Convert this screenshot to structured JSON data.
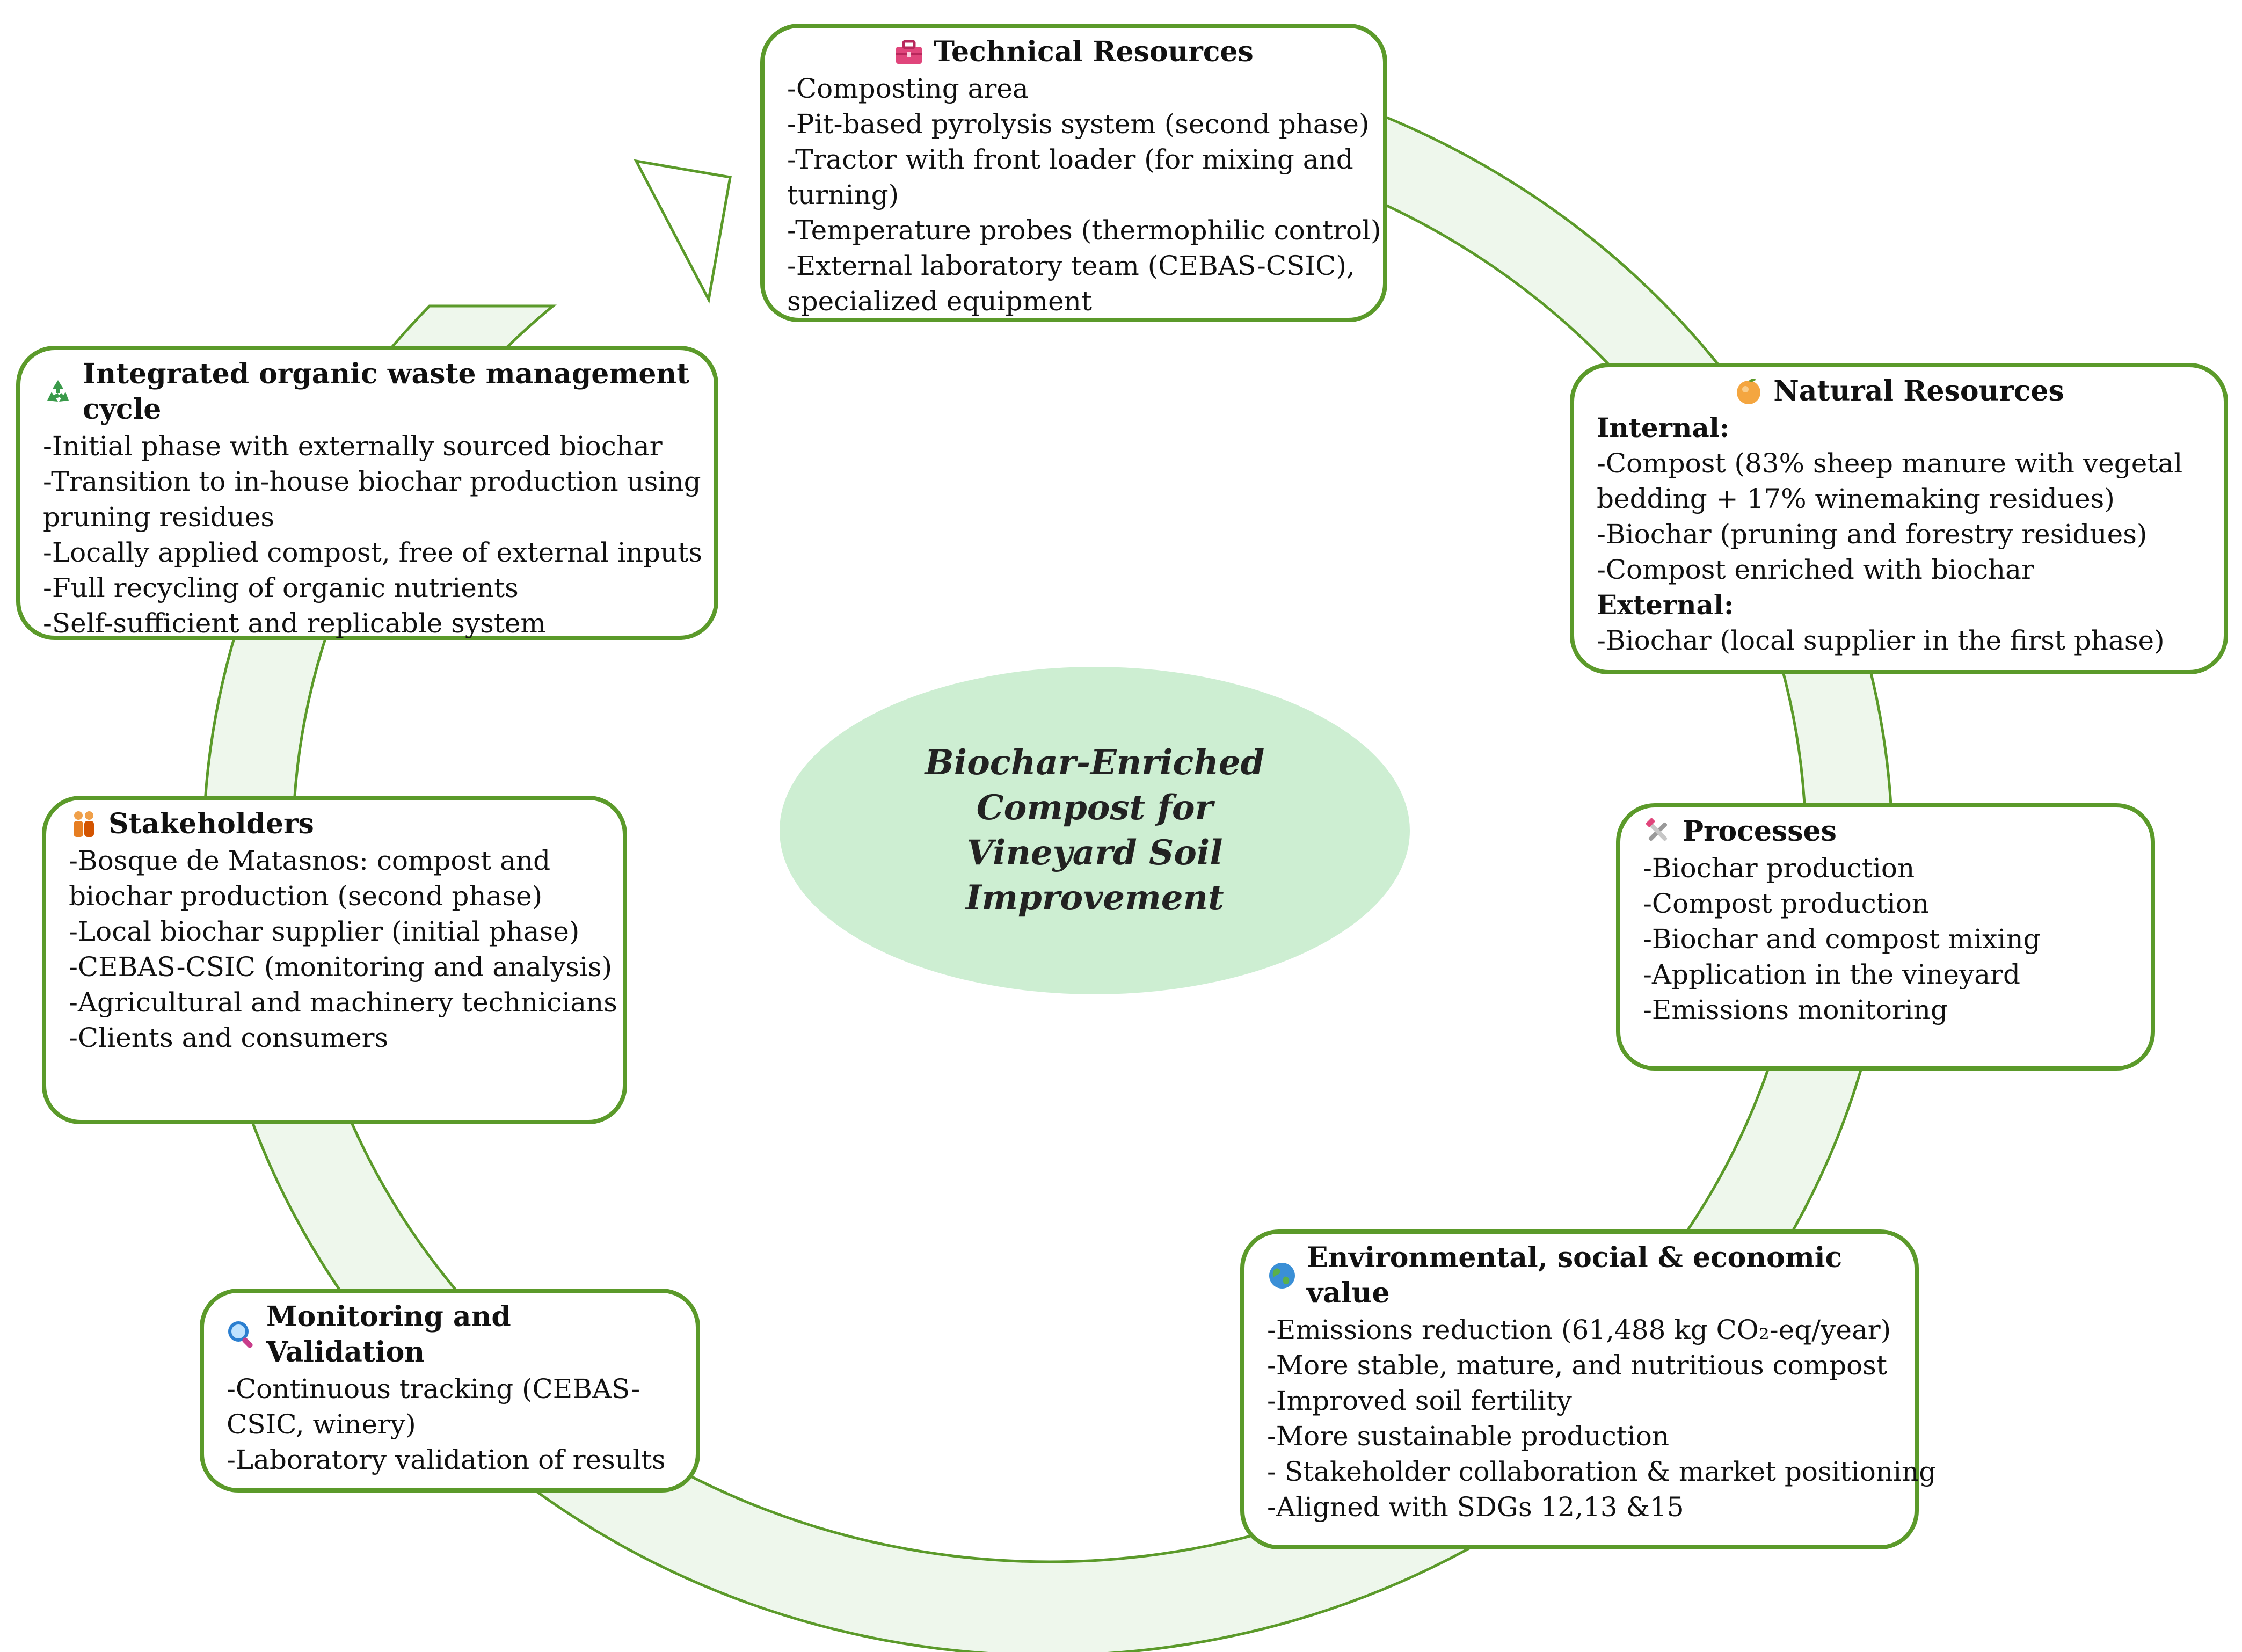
{
  "center_title": "Biochar-Enriched Compost for Vineyard Soil Improvement",
  "boxes": {
    "technical": {
      "icon": "toolbox-icon",
      "title": "Technical Resources",
      "items": [
        "-Composting area",
        "-Pit-based pyrolysis system (second phase)",
        "-Tractor with front loader (for mixing and",
        "turning)",
        "-Temperature probes (thermophilic control)",
        "-External laboratory team (CEBAS-CSIC),",
        "specialized equipment"
      ]
    },
    "natural": {
      "icon": "orange-fruit-icon",
      "title": "Natural Resources",
      "internal_label": "Internal:",
      "internal_items": [
        "-Compost (83% sheep manure with vegetal",
        "bedding + 17% winemaking residues)",
        "-Biochar (pruning and forestry residues)",
        "-Compost enriched with biochar"
      ],
      "external_label": "External:",
      "external_items": [
        "-Biochar (local supplier in the first phase)"
      ]
    },
    "processes": {
      "icon": "tools-icon",
      "title": "Processes",
      "items": [
        "-Biochar production",
        "-Compost production",
        "-Biochar and compost mixing",
        "-Application in the vineyard",
        "-Emissions monitoring"
      ]
    },
    "value": {
      "icon": "globe-icon",
      "title": "Environmental, social & economic value",
      "items": [
        "-Emissions reduction (61,488 kg CO₂-eq/year)",
        "-More stable, mature, and nutritious compost",
        "-Improved soil fertility",
        "-More sustainable production",
        "- Stakeholder collaboration & market positioning",
        "-Aligned with SDGs 12,13 &15"
      ]
    },
    "monitoring": {
      "icon": "magnifier-icon",
      "title": "Monitoring and Validation",
      "items": [
        "-Continuous tracking (CEBAS-",
        "CSIC, winery)",
        "-Laboratory validation of results"
      ]
    },
    "stakeholders": {
      "icon": "people-icon",
      "title": "Stakeholders",
      "items": [
        "-Bosque de Matasnos: compost and",
        "biochar production (second phase)",
        "-Local biochar supplier (initial phase)",
        "-CEBAS-CSIC (monitoring and analysis)",
        "-Agricultural and machinery technicians",
        "-Clients and consumers"
      ]
    },
    "cycle": {
      "icon": "recycle-icon",
      "title": "Integrated organic waste management cycle",
      "items": [
        "-Initial phase with externally sourced biochar",
        "-Transition to in-house biochar production using",
        "pruning residues",
        "-Locally applied compost, free of external inputs",
        "-Full recycling of organic nutrients",
        "-Self-sufficient and replicable system"
      ]
    }
  },
  "colors": {
    "border": "#5b9a2a",
    "ring_fill": "#eef7ec",
    "center_fill": "#cdeed2"
  }
}
